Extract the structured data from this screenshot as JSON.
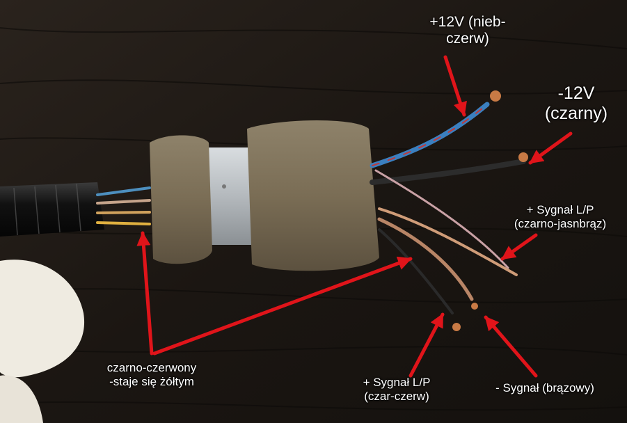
{
  "labels": {
    "plus12_line1": "+12V (nieb-",
    "plus12_line2": "czerw)",
    "minus12_line1": "-12V",
    "minus12_line2": "(czarny)",
    "signal_lp_right_line1": "+ Sygnał L/P",
    "signal_lp_right_line2": "(czarno-jasnbrąz)",
    "signal_lp_bottom_line1": "+ Sygnał L/P",
    "signal_lp_bottom_line2": "(czar-czerw)",
    "signal_minus": "- Sygnał (brązowy)",
    "left_note_line1": "czarno-czerwony",
    "left_note_line2": "-staje się żółtym"
  },
  "colors": {
    "arrow": "#e0141a",
    "foam": "#7d7057",
    "wood": "#1a1613"
  }
}
